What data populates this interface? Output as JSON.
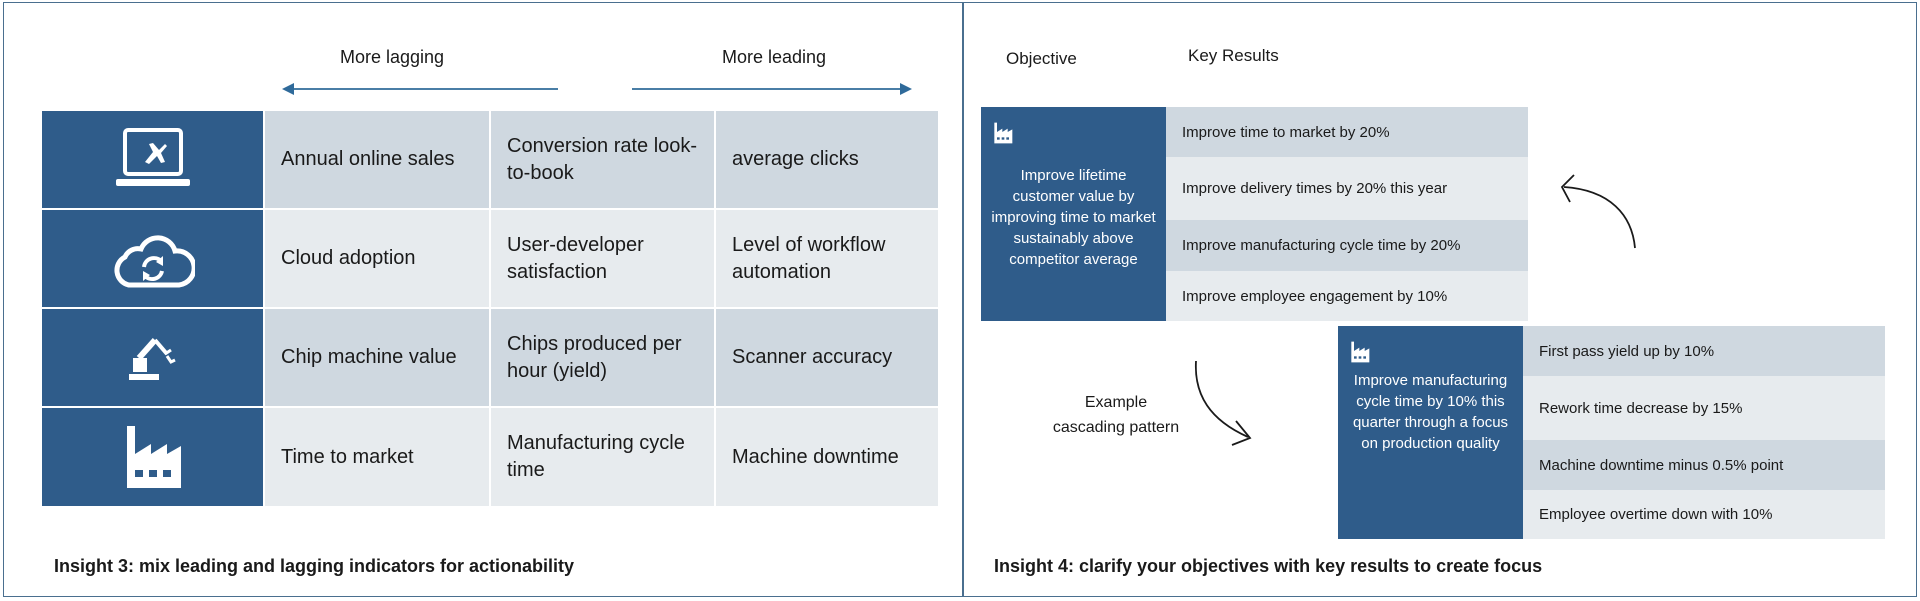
{
  "left_panel": {
    "lagging_label": "More lagging",
    "leading_label": "More leading",
    "rows": [
      {
        "icon": "laptop-airplane-icon",
        "cells": [
          "Annual online sales",
          "Conversion rate look-to-book",
          "average clicks"
        ]
      },
      {
        "icon": "cloud-sync-icon",
        "cells": [
          "Cloud adoption",
          "User-developer satisfaction",
          "Level of workflow automation"
        ]
      },
      {
        "icon": "robot-arm-icon",
        "cells": [
          "Chip machine value",
          "Chips produced per hour (yield)",
          "Scanner accuracy"
        ]
      },
      {
        "icon": "factory-icon",
        "cells": [
          "Time to market",
          "Manufacturing cycle time",
          "Machine downtime"
        ]
      }
    ],
    "caption": "Insight 3: mix leading and lagging indicators for actionability"
  },
  "right_panel": {
    "objective_header": "Objective",
    "key_results_header": "Key Results",
    "okr1": {
      "objective": "Improve lifetime customer value by improving time to market sustainably above competitor average",
      "key_results": [
        "Improve time to market by 20%",
        "Improve delivery times by 20% this year",
        "Improve manufacturing cycle time by 20%",
        "Improve employee engagement by 10%"
      ]
    },
    "okr2": {
      "objective": "Improve manufacturing cycle time by 10% this quarter through a focus on production quality",
      "key_results": [
        "First pass yield up by 10%",
        "Rework time decrease by 15%",
        "Machine downtime minus 0.5% point",
        "Employee overtime down with 10%"
      ]
    },
    "cascade_label_1": "Example",
    "cascade_label_2": "cascading pattern",
    "caption": "Insight 4: clarify your objectives with key results to create focus"
  },
  "colors": {
    "accent": "#2f5c8a",
    "cell_dark": "#cfd8e0",
    "cell_light": "#e7ebee",
    "arrow": "#4a7ea6"
  }
}
